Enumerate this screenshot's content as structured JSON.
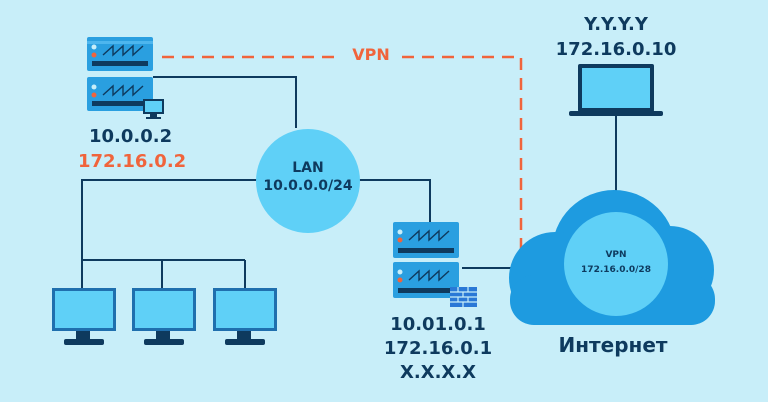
{
  "vpn_label": "VPN",
  "server_left": {
    "ip_local": "10.0.0.2",
    "ip_vpn": "172.16.0.2"
  },
  "lan": {
    "label": "LAN",
    "subnet": "10.0.0.0/24"
  },
  "gateway": {
    "ip_local": "10.01.0.1",
    "ip_vpn": "172.16.0.1",
    "ip_public": "X.X.X.X"
  },
  "remote_laptop": {
    "ip_public": "Y.Y.Y.Y",
    "ip_vpn": "172.16.0.10"
  },
  "cloud": {
    "label": "VPN",
    "subnet": "172.16.0.0/28",
    "caption": "Интернет"
  },
  "colors": {
    "background": "#c8eef9",
    "server_blue": "#2a9fe0",
    "circle_blue": "#5fd0f7",
    "cloud_blue": "#1e9be0",
    "line_dark": "#0e3a5e",
    "vpn_orange": "#f0643c",
    "firewall_blue": "#2a78d6"
  },
  "icons": [
    "server-icon",
    "monitor-icon",
    "laptop-icon",
    "firewall-icon",
    "cloud-icon"
  ]
}
